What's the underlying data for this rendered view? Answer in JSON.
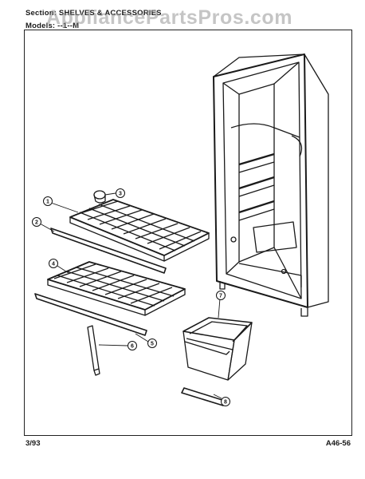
{
  "header": {
    "section": "Section: SHELVES & ACCESSORIES",
    "models": "Models: ‑‑1‑‑M"
  },
  "watermark": "AppliancePartsPros.com",
  "footer": {
    "left": "3/93",
    "right": "A46-56"
  },
  "callouts": [
    "1",
    "2",
    "3",
    "4",
    "5",
    "6",
    "7",
    "8"
  ]
}
